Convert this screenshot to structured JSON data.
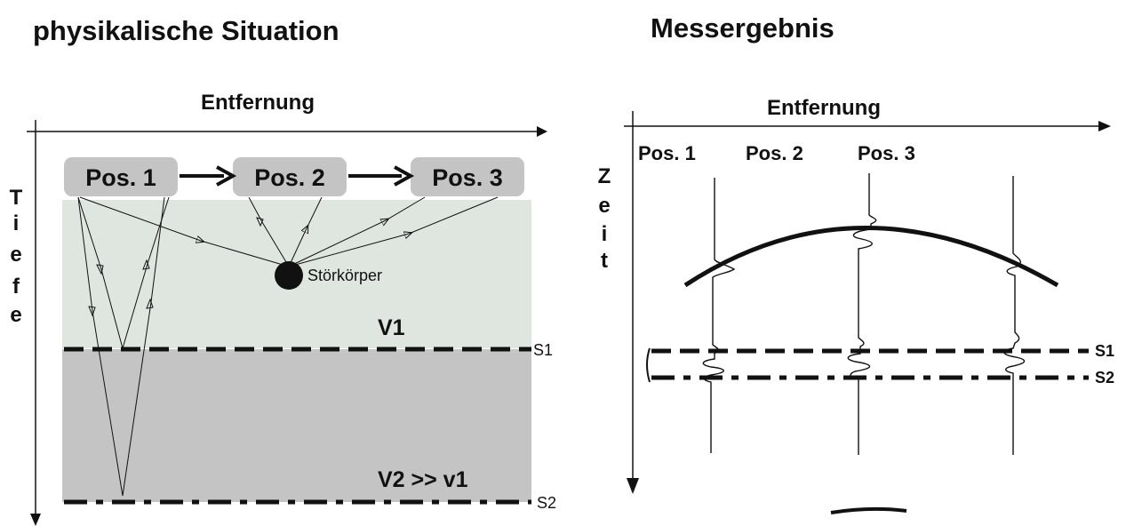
{
  "left": {
    "title": "physikalische Situation",
    "axis_x": "Entfernung",
    "axis_y_letters": [
      "T",
      "i",
      "e",
      "f",
      "e"
    ],
    "positions": [
      "Pos. 1",
      "Pos. 2",
      "Pos. 3"
    ],
    "object_label": "Störkörper",
    "layer1": "V1",
    "layer2": "V2 >> v1",
    "boundary1": "S1",
    "boundary2": "S2",
    "colors": {
      "layer1": "#dfe6df",
      "layer2": "#c4c4c4",
      "pos_box": "#c4c4c4"
    }
  },
  "right": {
    "title": "Messergebnis",
    "axis_x": "Entfernung",
    "axis_y_letters": [
      "Z",
      "e",
      "i",
      "t"
    ],
    "positions": [
      "Pos. 1",
      "Pos. 2",
      "Pos. 3"
    ],
    "boundary1": "S1",
    "boundary2": "S2"
  }
}
